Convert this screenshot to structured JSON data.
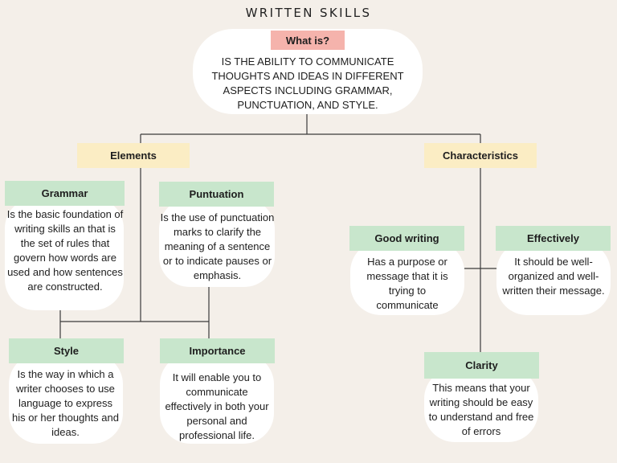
{
  "title": "WRITTEN SKILLS",
  "root": {
    "label": "What is?",
    "text": "IS THE ABILITY TO COMMUNICATE THOUGHTS AND IDEAS IN DIFFERENT ASPECTS INCLUDING GRAMMAR, PUNCTUATION, AND STYLE."
  },
  "elements": {
    "label": "Elements",
    "grammar": {
      "label": "Grammar",
      "text": "Is the basic foundation of writing skills an that is the set of rules that govern how words are used and how sentences are constructed."
    },
    "puntuation": {
      "label": "Puntuation",
      "text": "Is the use of punctuation marks to clarify the meaning of a sentence or to indicate pauses or emphasis."
    },
    "style": {
      "label": "Style",
      "text": "Is the way in which a writer chooses to use language to express his or her thoughts and ideas."
    },
    "importance": {
      "label": "Importance",
      "text": "It will enable you to communicate effectively in both your personal and professional life."
    }
  },
  "characteristics": {
    "label": "Characteristics",
    "good_writing": {
      "label": "Good writing",
      "text": "Has a purpose or message that it is trying to communicate"
    },
    "effectively": {
      "label": "Effectively",
      "text": "It should be well-organized and well-written their message."
    },
    "clarity": {
      "label": "Clarity",
      "text": "This means that your writing should be easy to understand and free of errors"
    }
  },
  "colors": {
    "background": "#f4efe9",
    "green_label": "#c8e6cc",
    "yellow_label": "#fbedc4",
    "pink_label": "#f5b3ac",
    "cloud": "#ffffff",
    "line": "#3a3a3a"
  }
}
